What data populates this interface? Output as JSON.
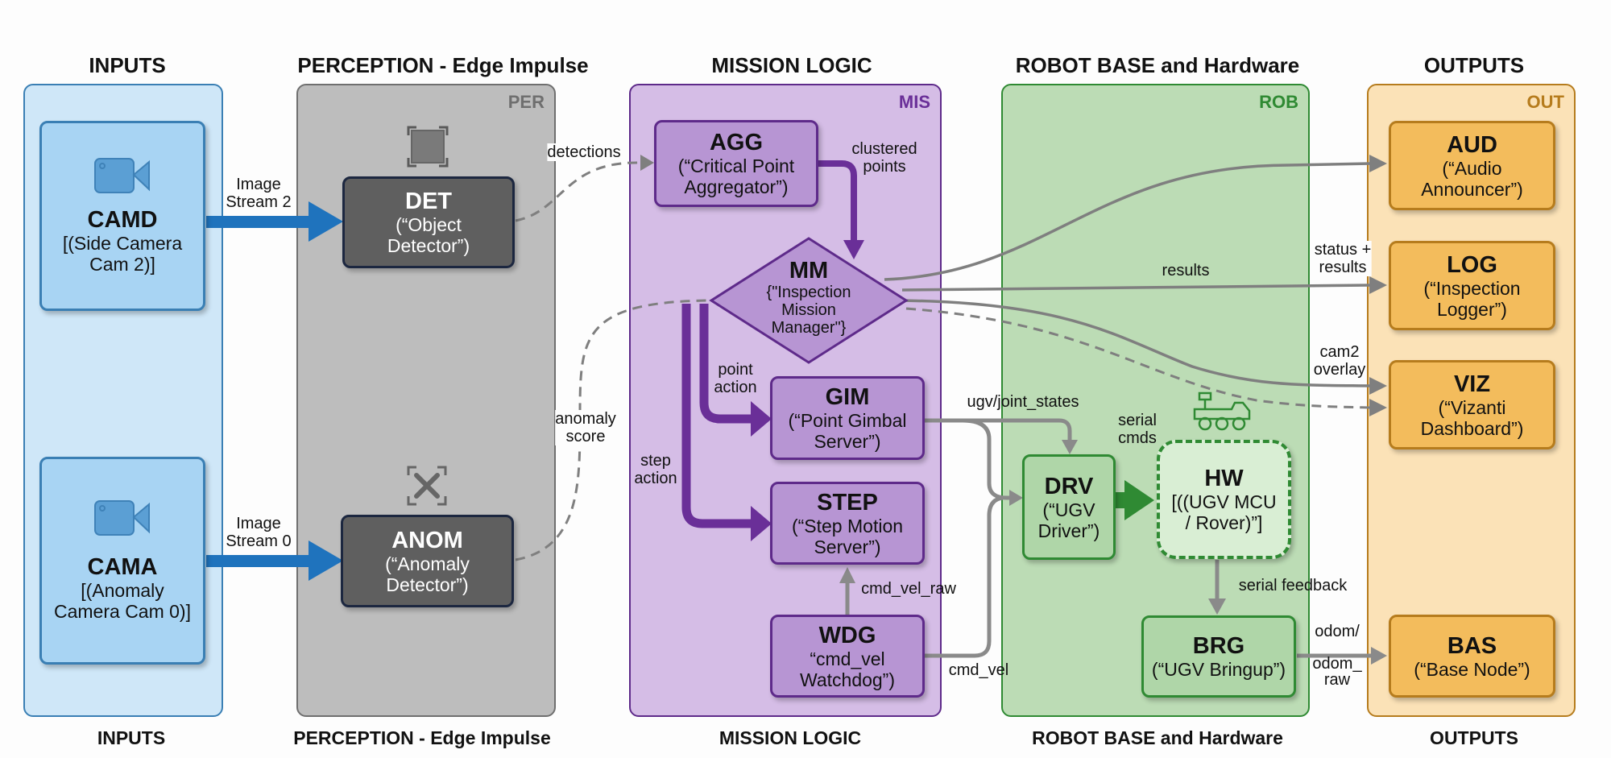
{
  "lanes": [
    {
      "id": "inputs",
      "title": "INPUTS",
      "tag": "",
      "color": "#3a7fb4",
      "fill": "#cfe7f8"
    },
    {
      "id": "perception",
      "title": "PERCEPTION - Edge Impulse",
      "tag": "PER",
      "color": "#6f6f6f",
      "fill": "#bdbdbd"
    },
    {
      "id": "mission",
      "title": "MISSION LOGIC",
      "tag": "MIS",
      "color": "#5e2a8a",
      "fill": "#d5bde6"
    },
    {
      "id": "robot",
      "title": "ROBOT BASE and Hardware",
      "tag": "ROB",
      "color": "#2f8a33",
      "fill": "#bcdcb5"
    },
    {
      "id": "outputs",
      "title": "OUTPUTS",
      "tag": "OUT",
      "color": "#b67c1d",
      "fill": "#fbe2b7"
    }
  ],
  "nodes": {
    "camd": {
      "id": "CAMD",
      "label": "[(Side Camera\nCam 2)]"
    },
    "cama": {
      "id": "CAMA",
      "label": "[(Anomaly\nCamera Cam 0)]"
    },
    "det": {
      "id": "DET",
      "label": "(“Object\nDetector”)"
    },
    "anom": {
      "id": "ANOM",
      "label": "(“Anomaly\nDetector”)"
    },
    "agg": {
      "id": "AGG",
      "label": "(“Critical Point\nAggregator”)"
    },
    "mm": {
      "id": "MM",
      "label": "{\"Inspection\nMission\nManager\"}"
    },
    "gim": {
      "id": "GIM",
      "label": "(“Point Gimbal\nServer”)"
    },
    "step": {
      "id": "STEP",
      "label": "(“Step Motion\nServer”)"
    },
    "wdg": {
      "id": "WDG",
      "label": "“cmd_vel\nWatchdog”)"
    },
    "drv": {
      "id": "DRV",
      "label": "(“UGV\nDriver”)"
    },
    "hw": {
      "id": "HW",
      "label": "[((UGV MCU\n/ Rover)”]"
    },
    "brg": {
      "id": "BRG",
      "label": "(“UGV Bringup”)"
    },
    "aud": {
      "id": "AUD",
      "label": "(“Audio\nAnnouncer”)"
    },
    "log": {
      "id": "LOG",
      "label": "(“Inspection\nLogger”)"
    },
    "viz": {
      "id": "VIZ",
      "label": "(“Vizanti\nDashboard”)"
    },
    "bas": {
      "id": "BAS",
      "label": "(“Base Node”)"
    }
  },
  "edge_labels": {
    "camd_det": "Image\nStream 2",
    "cama_det": "Image\nStream 0",
    "det_agg": "detections",
    "agg_mm": "clustered\npoints",
    "anom_mm": "anomaly\nscore",
    "mm_gim": "point\naction",
    "mm_step": "step\naction",
    "wdg_step": "cmd_vel_raw",
    "gim_drv": "ugv/joint_states",
    "wdg_drv": "cmd_vel",
    "drv_hw": "serial\ncmds",
    "hw_brg": "serial feedback",
    "brg_bas": "odom/\n\nodom_\nraw",
    "mm_results": "results",
    "mm_log": "status +\nresults",
    "mm_viz": "cam2\noverlay"
  },
  "icons": {
    "camd": "video-camera-icon",
    "cama": "video-camera-icon",
    "det": "bounding-box-icon",
    "anom": "anomaly-x-icon",
    "hw": "rover-icon"
  }
}
